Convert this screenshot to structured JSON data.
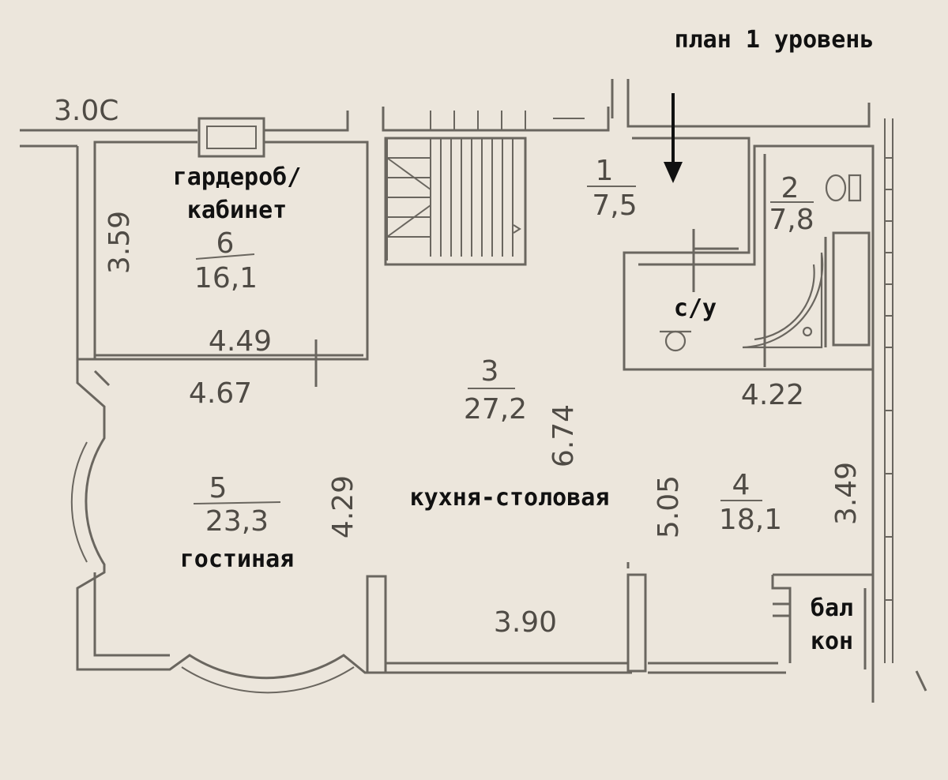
{
  "title": "план 1 уровень",
  "corner_note": "3.0С",
  "rooms": {
    "wardrobe": {
      "label_line1": "гардероб/",
      "label_line2": "кабинет",
      "number": "6",
      "area": "16,1",
      "dim_side": "3.59",
      "dim_bottom": "4.49"
    },
    "hall": {
      "number": "1",
      "area": "7,5"
    },
    "bath": {
      "number": "2",
      "area": "7,8",
      "label": "с/у"
    },
    "kitchen": {
      "number": "3",
      "area": "27,2",
      "label": "кухня-столовая",
      "dim_depth": "6.74",
      "dim_bottom": "3.90"
    },
    "living": {
      "number": "5",
      "area": "23,3",
      "label": "гостиная",
      "dim_top": "4.67",
      "dim_side": "4.29"
    },
    "room4": {
      "number": "4",
      "area": "18,1",
      "dim_top": "4.22",
      "dim_left": "5.05",
      "dim_right": "3.49"
    },
    "balcony": {
      "label_line1": "бал",
      "label_line2": "кон"
    }
  },
  "colors": {
    "paper": "#ece6dc",
    "line": "#6a665f",
    "label": "#111111"
  }
}
